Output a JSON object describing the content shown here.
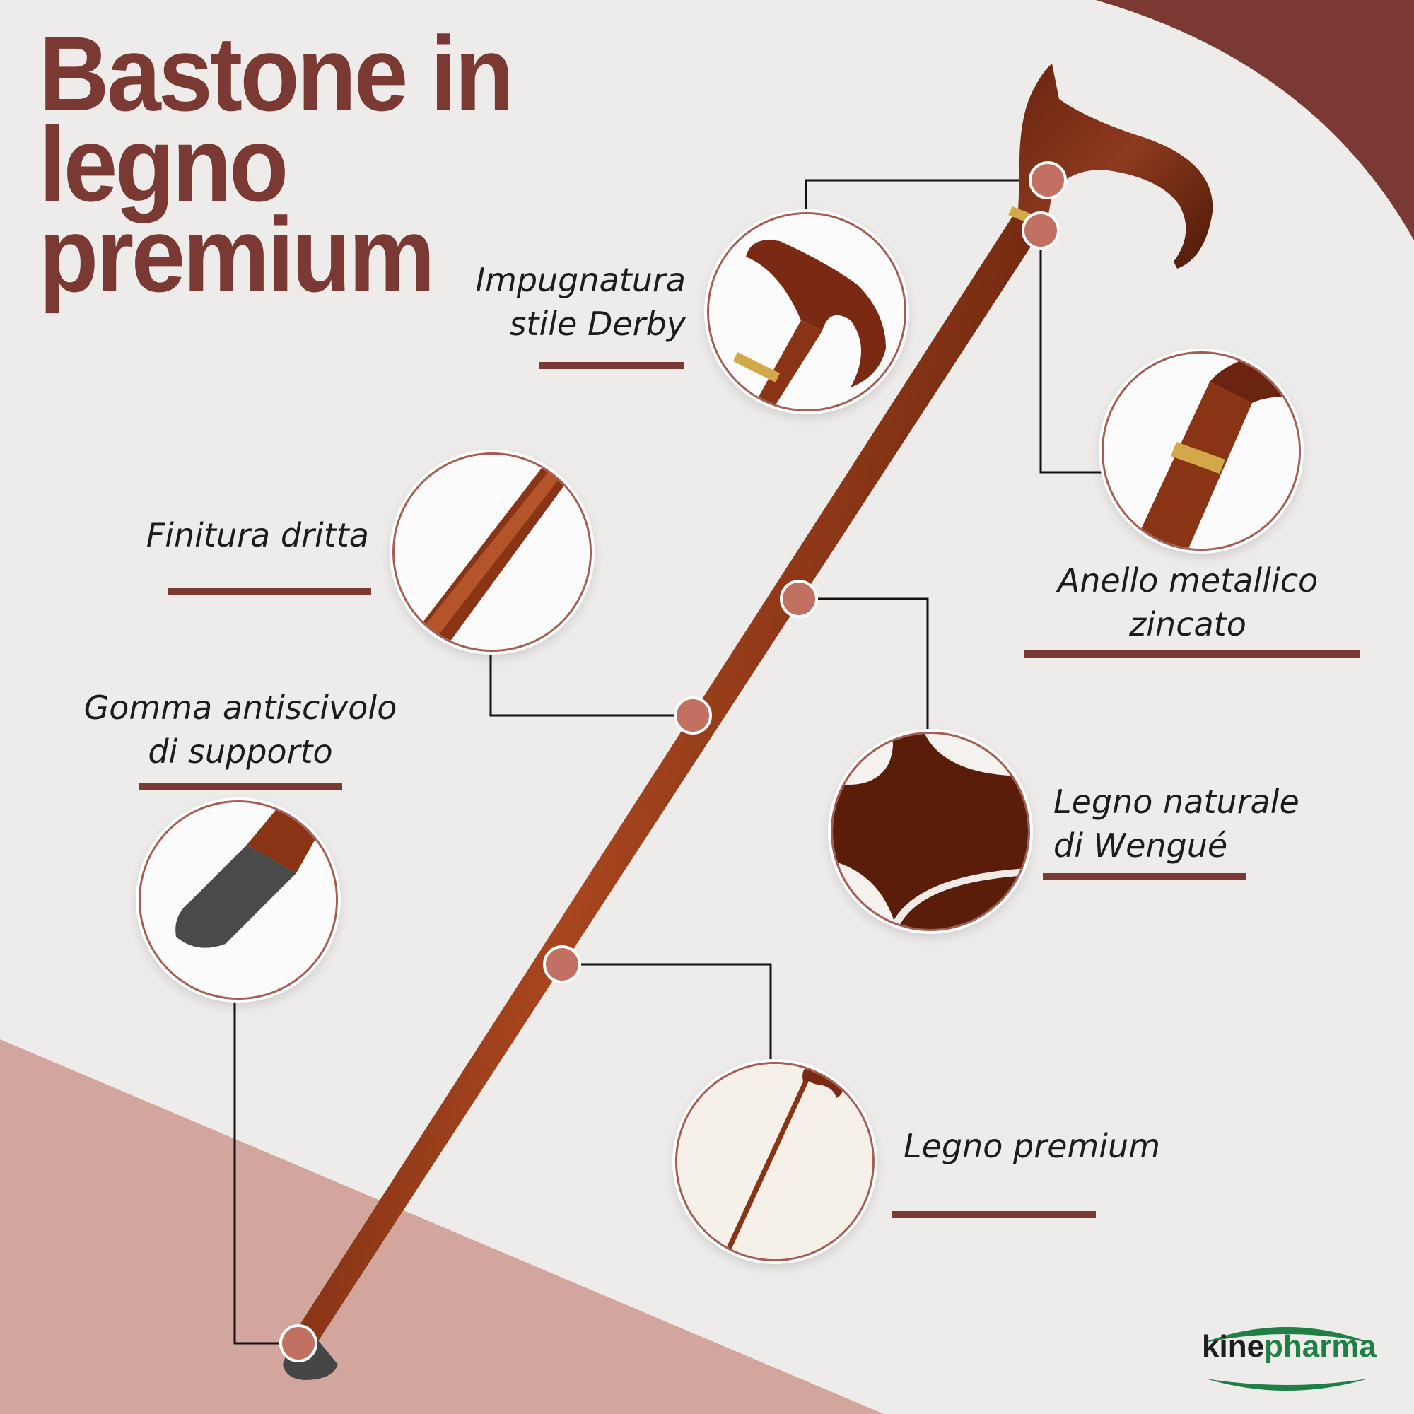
{
  "title": {
    "lines": [
      "Bastone in",
      "legno",
      "premium"
    ]
  },
  "callouts": {
    "impugnatura": {
      "line1": "Impugnatura",
      "line2": "stile Derby"
    },
    "anello": {
      "line1": "Anello metallico",
      "line2": "zincato"
    },
    "finitura": {
      "line1": "Finitura dritta"
    },
    "gomma": {
      "line1": "Gomma antiscivolo",
      "line2": "di supporto"
    },
    "legno_naturale": {
      "line1": "Legno naturale",
      "line2": "di Wengué"
    },
    "legno_premium": {
      "line1": "Legno premium"
    }
  },
  "brand": {
    "part1": "kine",
    "part2": "pharma"
  },
  "colors": {
    "accent": "#7a3a33",
    "marker": "#c27062",
    "wood": "#8a3416",
    "brand_green": "#1f7f45",
    "bottom_band": "#d3a69d"
  }
}
